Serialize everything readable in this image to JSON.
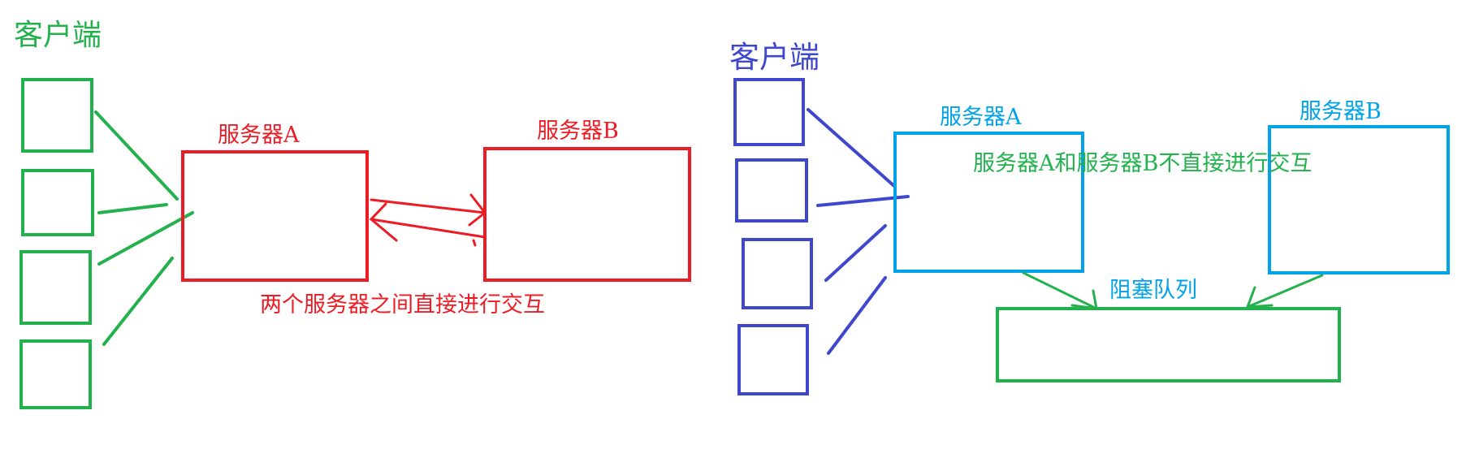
{
  "left_diagram": {
    "clients_label": "客户端",
    "server_a_label": "服务器A",
    "server_b_label": "服务器B",
    "caption": "两个服务器之间直接进行交互",
    "colors": {
      "clients": "#22b14c",
      "servers": "#ed1c24"
    }
  },
  "right_diagram": {
    "clients_label": "客户端",
    "server_a_label": "服务器A",
    "server_b_label": "服务器B",
    "caption": "服务器A和服务器B不直接进行交互",
    "queue_label": "阻塞队列",
    "colors": {
      "clients": "#3f48cc",
      "servers": "#00a2e8",
      "caption": "#22b14c",
      "queue": "#22b14c"
    }
  }
}
